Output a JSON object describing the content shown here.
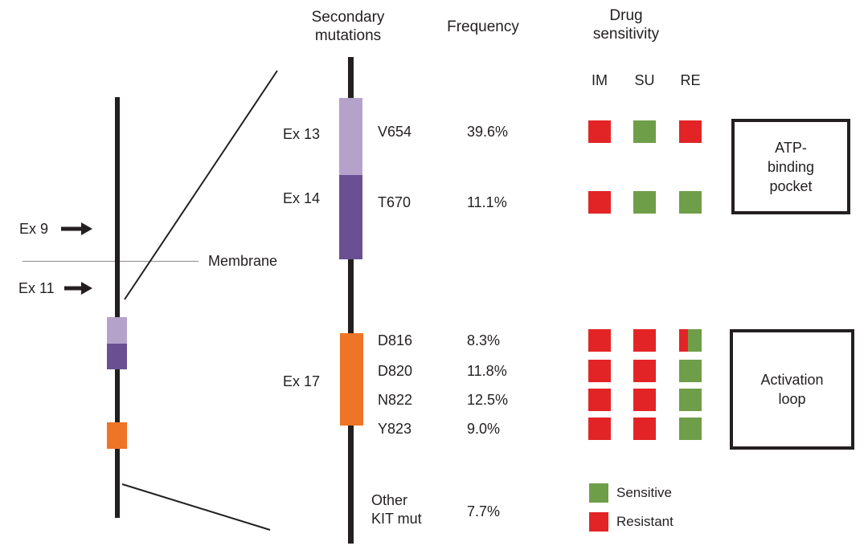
{
  "figure": {
    "columns": {
      "secondary_mutations": [
        "Secondary",
        "mutations"
      ],
      "frequency": "Frequency",
      "drug_sensitivity": [
        "Drug",
        "sensitivity"
      ]
    },
    "drugs": [
      "IM",
      "SU",
      "RE"
    ],
    "left_bar": {
      "ex9_label": "Ex 9",
      "ex11_label": "Ex 11",
      "membrane_label": "Membrane"
    },
    "exon_labels": [
      "Ex 13",
      "Ex 14",
      "Ex 17"
    ],
    "rows": [
      {
        "residue": "V654",
        "frequency": "39.6%",
        "cells": [
          "resistant",
          "sensitive",
          "resistant"
        ]
      },
      {
        "residue": "T670",
        "frequency": "11.1%",
        "cells": [
          "resistant",
          "sensitive",
          "sensitive"
        ]
      },
      {
        "residue": "D816",
        "frequency": "8.3%",
        "cells": [
          "resistant",
          "resistant",
          "mixed"
        ]
      },
      {
        "residue": "D820",
        "frequency": "11.8%",
        "cells": [
          "resistant",
          "resistant",
          "sensitive"
        ]
      },
      {
        "residue": "N822",
        "frequency": "12.5%",
        "cells": [
          "resistant",
          "resistant",
          "sensitive"
        ]
      },
      {
        "residue": "Y823",
        "frequency": "9.0%",
        "cells": [
          "resistant",
          "resistant",
          "sensitive"
        ]
      }
    ],
    "other_row": {
      "label": [
        "Other",
        "KIT mut"
      ],
      "frequency": "7.7%"
    },
    "regions": {
      "atp": [
        "ATP-",
        "binding",
        "pocket"
      ],
      "activation": [
        "Activation",
        "loop"
      ]
    },
    "legend": [
      {
        "key": "sensitive",
        "label": "Sensitive"
      },
      {
        "key": "resistant",
        "label": "Resistant"
      }
    ]
  },
  "colors": {
    "red": "#e32426",
    "green": "#6f9e49",
    "light_purple": "#b5a2cb",
    "dark_purple": "#6a5092",
    "orange": "#ee7428",
    "ink": "#231f20",
    "membrane_gray": "#9a9a9a"
  }
}
